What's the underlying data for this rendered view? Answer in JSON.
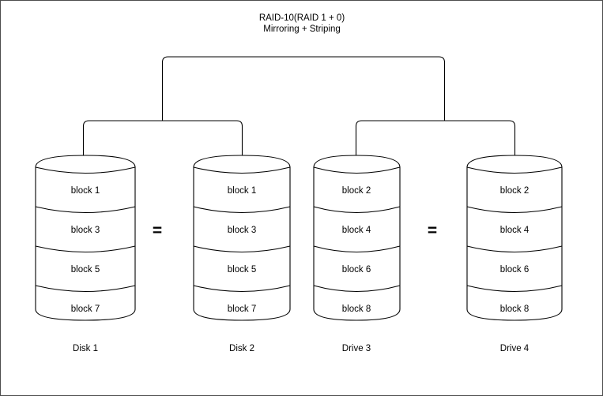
{
  "diagram": {
    "title_line1": "RAID-10(RAID 1 + 0)",
    "title_line2": "Mirroring + Striping",
    "equality_symbol_1": "=",
    "equality_symbol_2": "=",
    "disks": [
      {
        "caption": "Disk 1",
        "blocks": [
          "block 1",
          "block 3",
          "block 5",
          "block 7"
        ]
      },
      {
        "caption": "Disk 2",
        "blocks": [
          "block 1",
          "block 3",
          "block 5",
          "block 7"
        ]
      },
      {
        "caption": "Drive 3",
        "blocks": [
          "block 2",
          "block 4",
          "block 6",
          "block 8"
        ]
      },
      {
        "caption": "Drive 4",
        "blocks": [
          "block 2",
          "block 4",
          "block 6",
          "block 8"
        ]
      }
    ],
    "colors": {
      "stroke": "#000000",
      "background": "#ffffff",
      "border": "#4d4d4d"
    }
  }
}
